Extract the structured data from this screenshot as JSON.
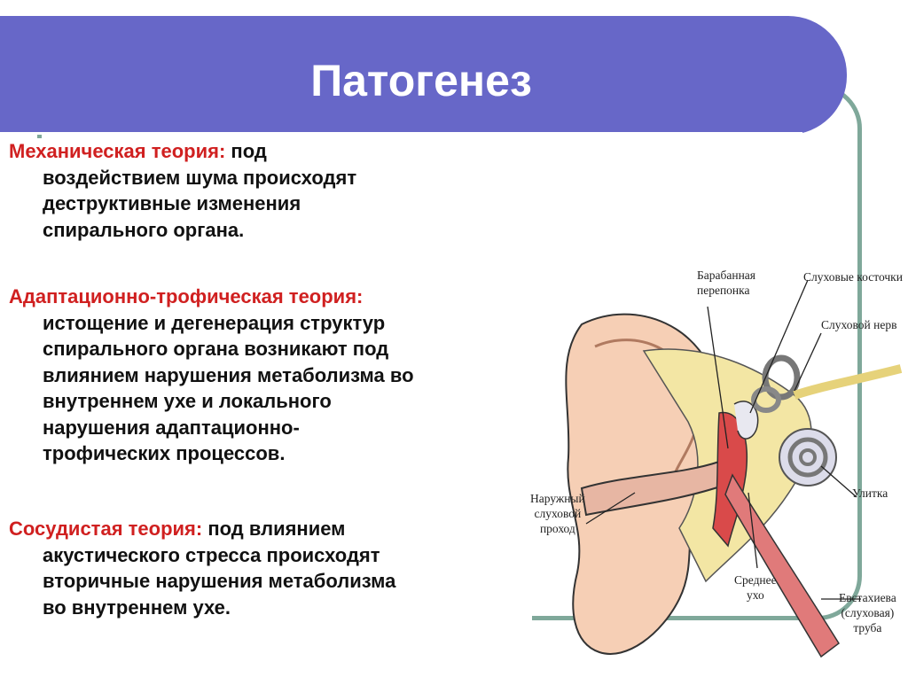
{
  "slide": {
    "title": "Патогенез",
    "theories": [
      {
        "name": "Механическая теория:",
        "lines": [
          "под",
          "воздействием шума происходят",
          "деструктивные изменения",
          "спирального органа."
        ]
      },
      {
        "name": "Адаптационно-трофическая теория:",
        "lines": [
          "истощение и дегенерация структур",
          "спирального органа  возникают под",
          "влиянием нарушения метаболизма во",
          "внутреннем ухе и локального",
          "нарушения адаптационно-",
          "трофических процессов."
        ]
      },
      {
        "name": "Сосудистая теория:",
        "lines": [
          "под влиянием",
          "акустического стресса происходят",
          "вторичные нарушения метаболизма",
          "во внутреннем ухе."
        ]
      }
    ]
  },
  "illustration": {
    "labels": {
      "eardrum_1": "Барабанная",
      "eardrum_2": "перепонка",
      "ossicles": "Слуховые косточки",
      "nerve": "Слуховой нерв",
      "cochlea": "Улитка",
      "canal_1": "Наружный",
      "canal_2": "слуховой",
      "canal_3": "проход",
      "middle_1": "Среднее",
      "middle_2": "ухо",
      "tube_1": "Евстахиева",
      "tube_2": "(слуховая)",
      "tube_3": "труба"
    }
  }
}
